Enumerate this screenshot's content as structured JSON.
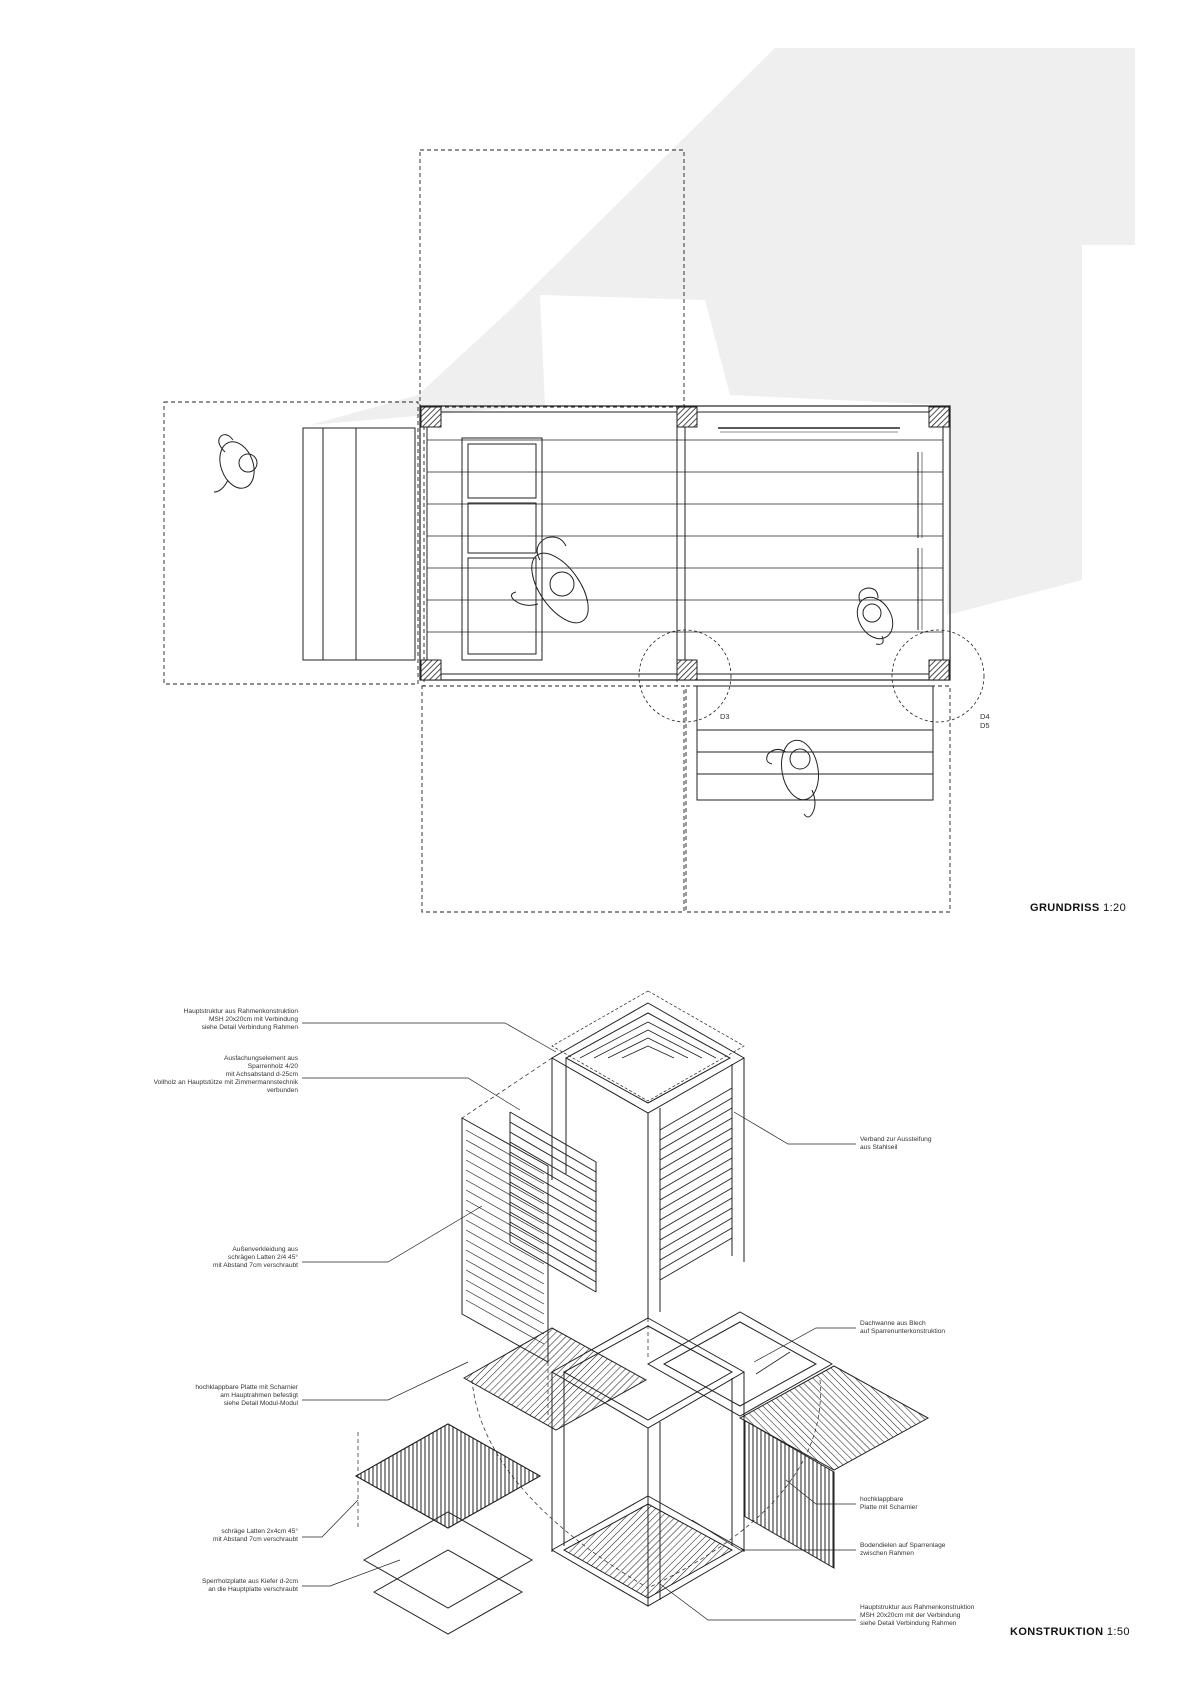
{
  "plan": {
    "title_bold": "GRUNDRISS",
    "title_scale": "1:20",
    "detail_tags": {
      "d3": "D3",
      "d4": "D4",
      "d5": "D5"
    }
  },
  "construction": {
    "title_bold": "KONSTRUKTION",
    "title_scale": "1:50",
    "labels_left": [
      {
        "lines": [
          "Hauptstruktur aus Rahmenkonstruktion",
          "MSH 20x20cm mit Verbindung",
          "siehe Detail Verbindung Rahmen"
        ]
      },
      {
        "lines": [
          "Ausfachungselement aus",
          "Sparrenholz 4/20",
          "mit Achsabstand d-25cm",
          "Vollholz an Hauptstütze mit Zimmermannstechnik",
          "verbunden"
        ]
      },
      {
        "lines": [
          "Außenverkleidung aus",
          "schrägen Latten 2/4  45°",
          "mit Abstand 7cm verschraubt"
        ]
      },
      {
        "lines": [
          "hochklappbare Platte mit Scharnier",
          "am Hauptrahmen befestigt",
          "siehe Detail Modul-Modul"
        ]
      },
      {
        "lines": [
          "schräge Latten 2x4cm  45°",
          "mit Abstand 7cm verschraubt"
        ]
      },
      {
        "lines": [
          "Sperrholzplatte aus Kiefer d-2cm",
          "an die Hauptplatte verschraubt"
        ]
      }
    ],
    "labels_right": [
      {
        "lines": [
          "Verband zur Aussteifung",
          "aus Stahlseil"
        ]
      },
      {
        "lines": [
          "Dachwanne aus Blech",
          "auf Sparrenunterkonstruktion"
        ]
      },
      {
        "lines": [
          "hochklappbare",
          "Platte mit Scharnier"
        ]
      },
      {
        "lines": [
          "Bodendielen auf Sparrenlage",
          "zwischen Rahmen"
        ]
      },
      {
        "lines": [
          "Hauptstruktur aus Rahmenkonstruktion",
          "MSH 20x20cm mit der Verbindung",
          "siehe Detail Verbindung Rahmen"
        ]
      }
    ]
  },
  "colors": {
    "ink": "#222222",
    "shadow": "#efefef",
    "hatch": "#333333"
  }
}
